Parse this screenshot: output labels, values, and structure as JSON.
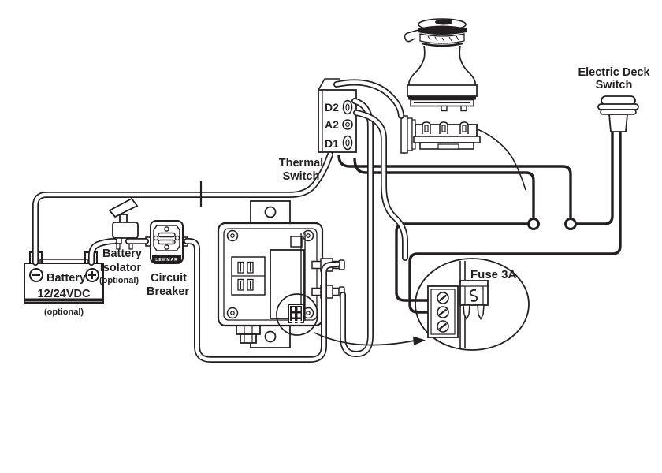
{
  "diagram": {
    "type": "winch-wiring-diagram",
    "labels": {
      "deck_switch_line1": "Electric Deck",
      "deck_switch_line2": "Switch",
      "thermal_switch_line1": "Thermal",
      "thermal_switch_line2": "Switch",
      "terminal_d2": "D2",
      "terminal_a2": "A2",
      "terminal_d1": "D1",
      "battery_line1": "Battery",
      "battery_line2": "12/24VDC",
      "battery_optional": "(optional)",
      "isolator_line1": "Battery",
      "isolator_line2": "Isolator",
      "isolator_optional": "(optional)",
      "breaker_line1": "Circuit",
      "breaker_line2": "Breaker",
      "breaker_brand": "LEWMAR",
      "fuse": "Fuse 3A"
    },
    "colors": {
      "line": "#231f20",
      "background": "#ffffff"
    }
  }
}
